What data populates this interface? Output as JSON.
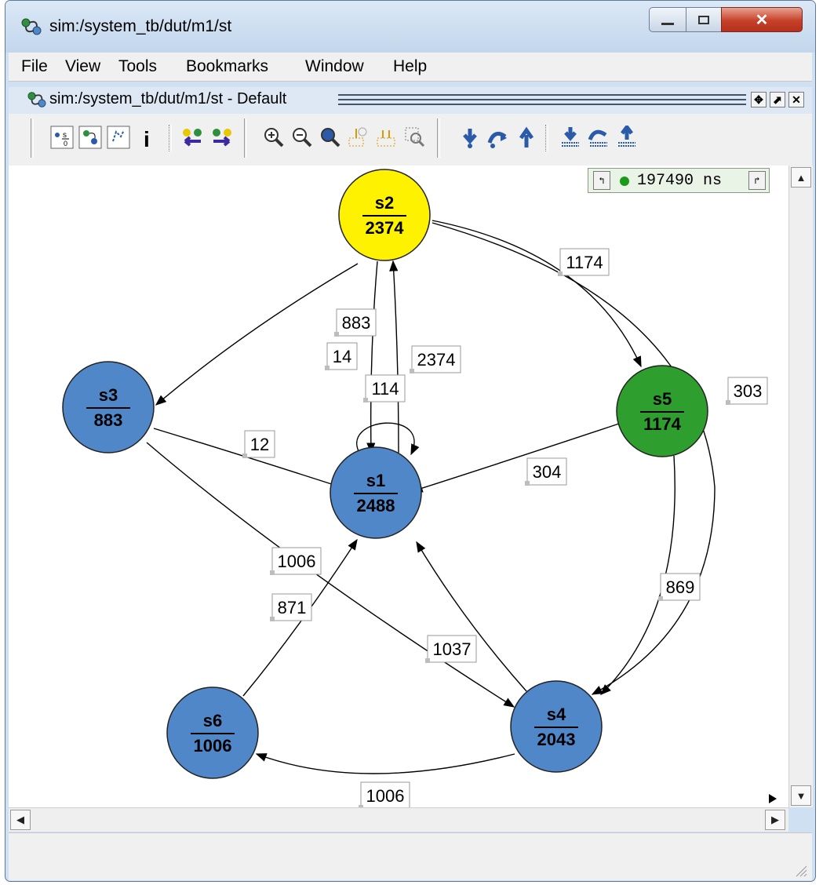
{
  "window": {
    "title": "sim:/system_tb/dut/m1/st"
  },
  "menu": [
    "File",
    "View",
    "Tools",
    "Bookmarks",
    "Window",
    "Help"
  ],
  "subwindow": {
    "title": "sim:/system_tb/dut/m1/st - Default"
  },
  "time_display": "197490 ns",
  "colors": {
    "blue_state": "#4f87c9",
    "current_state": "#2e9e2e",
    "previous_state": "#fff200",
    "edge": "#000000"
  },
  "toolbar_icons": [
    "show-state-values-icon",
    "show-transitions-icon",
    "show-counts-icon",
    "info-icon",
    "previous-state-icon",
    "next-state-icon",
    "zoom-in-icon",
    "zoom-out-icon",
    "zoom-fit-icon",
    "zoom-region-icon",
    "zoom-out-region-icon",
    "zoom-selection-icon",
    "step-into-icon",
    "step-over-icon",
    "step-out-icon",
    "run-icon",
    "run-continue-icon",
    "run-all-icon"
  ],
  "states": [
    {
      "name": "s1",
      "count": "2488"
    },
    {
      "name": "s2",
      "count": "2374"
    },
    {
      "name": "s3",
      "count": "883"
    },
    {
      "name": "s4",
      "count": "2043"
    },
    {
      "name": "s5",
      "count": "1174"
    },
    {
      "name": "s6",
      "count": "1006"
    }
  ],
  "transitions": [
    {
      "from": "s2",
      "to": "s5",
      "count": "1174"
    },
    {
      "from": "s2",
      "to": "s3",
      "count": "883"
    },
    {
      "from": "s2",
      "to": "s1",
      "count": "14"
    },
    {
      "from": "s1",
      "to": "s2",
      "count": "2374"
    },
    {
      "from": "s1",
      "to": "s1",
      "count": "114"
    },
    {
      "from": "s2",
      "to": "s4",
      "count": "303"
    },
    {
      "from": "s3",
      "to": "s1",
      "count": "12"
    },
    {
      "from": "s5",
      "to": "s1",
      "count": "304"
    },
    {
      "from": "s3",
      "to": "s4",
      "count": "1006"
    },
    {
      "from": "s6",
      "to": "s1",
      "count": "871"
    },
    {
      "from": "s5",
      "to": "s4",
      "count": "869"
    },
    {
      "from": "s4",
      "to": "s1",
      "count": "1037"
    },
    {
      "from": "s4",
      "to": "s6",
      "count": "1006"
    }
  ]
}
